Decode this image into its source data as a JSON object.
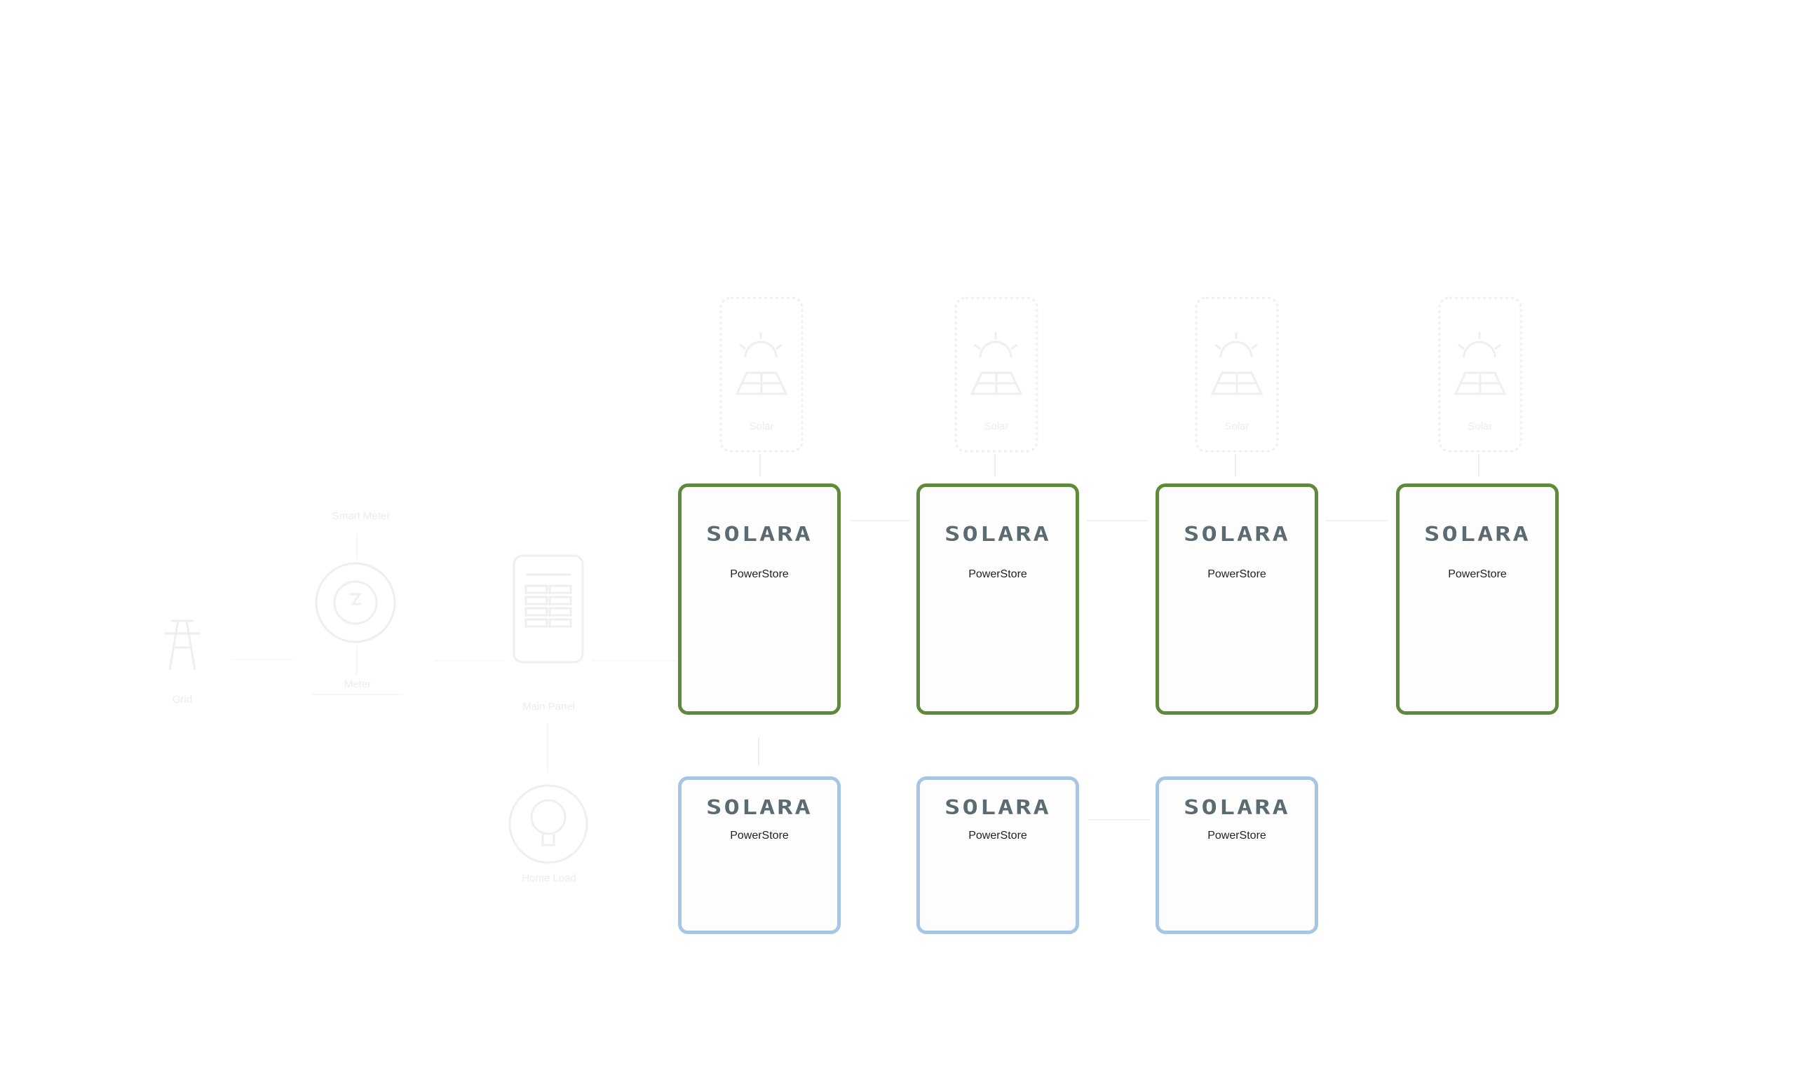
{
  "diagram": {
    "ghost_nodes": {
      "grid": {
        "icon": "power-pylon-icon",
        "label": "Grid"
      },
      "meter": {
        "icon": "meter-icon",
        "label": "Smart Meter",
        "sublabel": "Meter"
      },
      "panel": {
        "icon": "distribution-panel-icon",
        "label": "Main Panel"
      },
      "load": {
        "icon": "lightbulb-icon",
        "label": "Home Load"
      },
      "solar": [
        {
          "icon": "solar-panel-icon",
          "label": "Solar"
        },
        {
          "icon": "solar-panel-icon",
          "label": "Solar"
        },
        {
          "icon": "solar-panel-icon",
          "label": "Solar"
        },
        {
          "icon": "solar-panel-icon",
          "label": "Solar"
        }
      ]
    },
    "primary_units": [
      {
        "brand": "SOLARA",
        "model": "PowerStore",
        "status_color": "#5f8a3b"
      },
      {
        "brand": "SOLARA",
        "model": "PowerStore",
        "status_color": "#5f8a3b"
      },
      {
        "brand": "SOLARA",
        "model": "PowerStore",
        "status_color": "#5f8a3b"
      },
      {
        "brand": "SOLARA",
        "model": "PowerStore",
        "status_color": "#5f8a3b"
      }
    ],
    "expansion_units": [
      {
        "brand": "SOLARA",
        "model": "PowerStore",
        "status_color": "#a7c6e3"
      },
      {
        "brand": "SOLARA",
        "model": "PowerStore",
        "status_color": "#a7c6e3"
      },
      {
        "brand": "SOLARA",
        "model": "PowerStore",
        "status_color": "#a7c6e3"
      }
    ]
  }
}
